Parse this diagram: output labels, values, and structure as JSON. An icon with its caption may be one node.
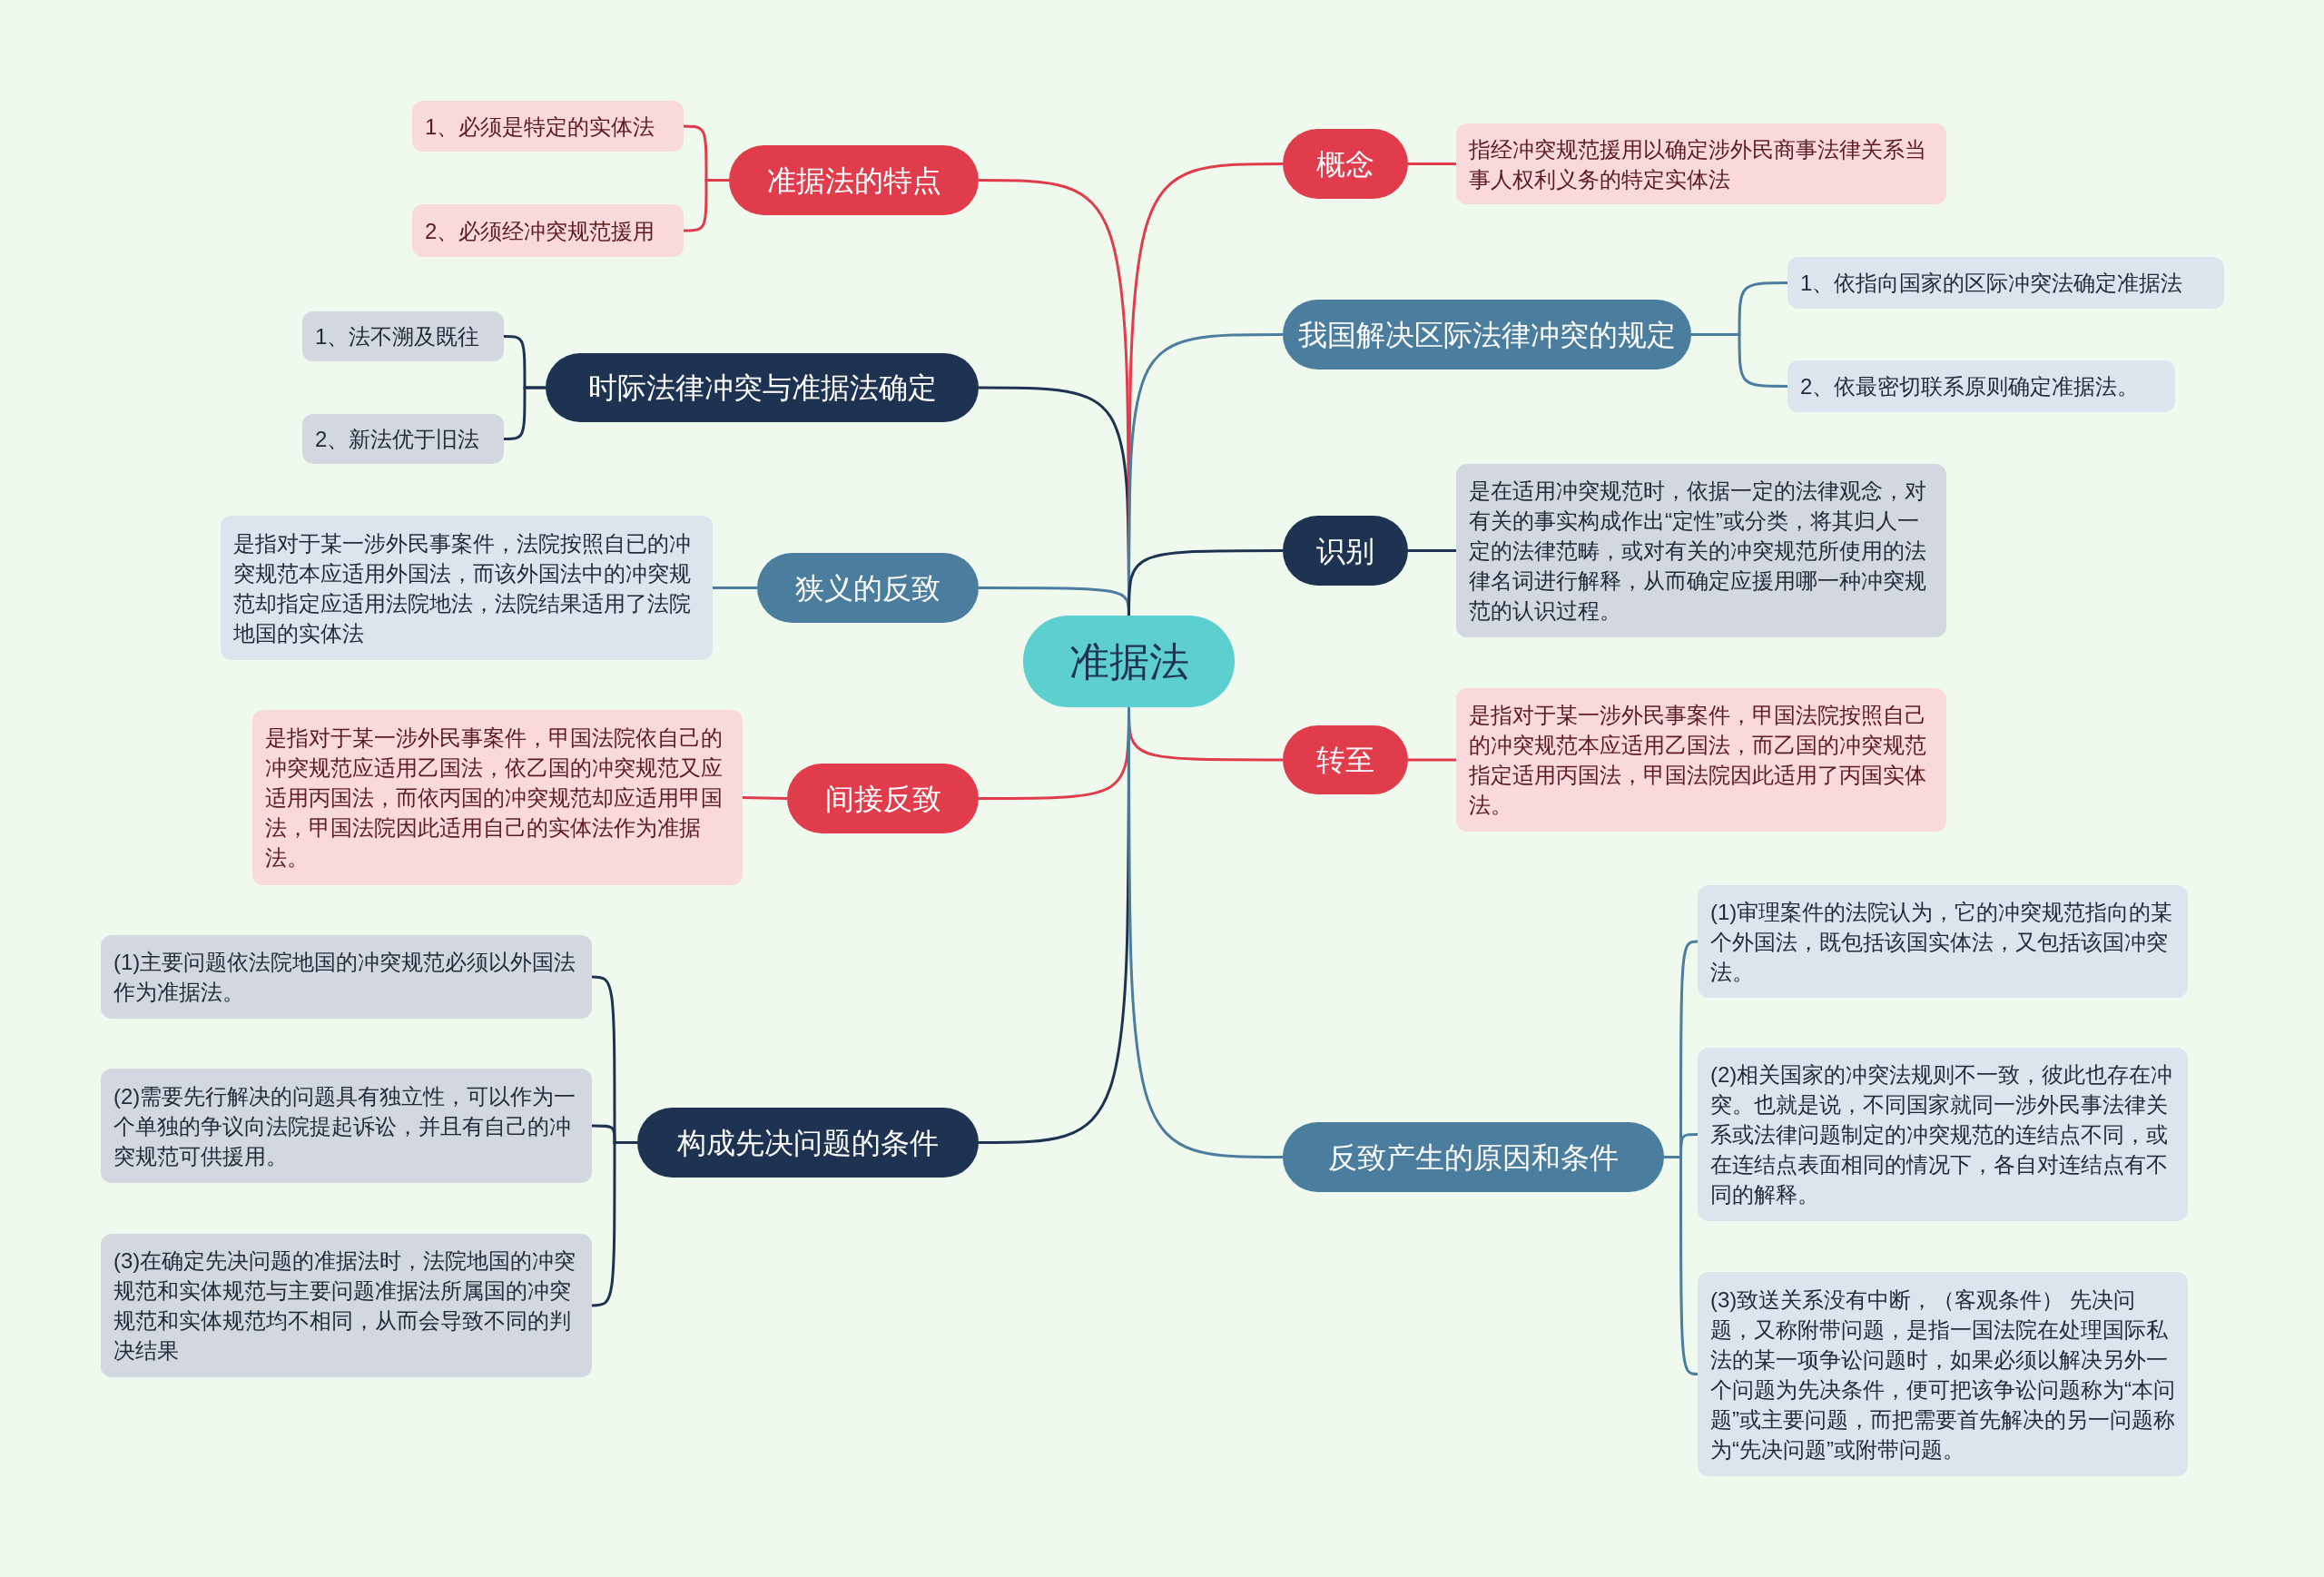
{
  "diagram": {
    "nodes": [
      {
        "text": [
          "准据法"
        ]
      },
      {
        "text": [
          "准据法的特点"
        ]
      },
      {
        "text": [
          "1、必须是特定的实体法"
        ]
      },
      {
        "text": [
          "2、必须经冲突规范援用"
        ]
      },
      {
        "text": [
          "时际法律冲突与准据法确定"
        ]
      },
      {
        "text": [
          "1、法不溯及既往"
        ]
      },
      {
        "text": [
          "2、新法优于旧法"
        ]
      },
      {
        "text": [
          "狭义的反致"
        ]
      },
      {
        "text": [
          "是指对于某一涉外民事案件，法院按照自已的冲突规范本应适用外国法，而该外国法中的冲突规范却指定应适用法院地法，法院结果适用了法院地国的实体法"
        ]
      },
      {
        "text": [
          "间接反致"
        ]
      },
      {
        "text": [
          "是指对于某一涉外民事案件，甲国法院依自己的冲突规范应适用乙国法，依乙国的冲突规范又应适用丙国法，而依丙国的冲突规范却应适用甲国法，甲国法院因此适用自己的实体法作为准据法。"
        ]
      },
      {
        "text": [
          "构成先决问题的条件"
        ]
      },
      {
        "text": [
          "(1)主要问题依法院地国的冲突规范必须以外国法作为准据法。"
        ]
      },
      {
        "text": [
          "(2)需要先行解决的问题具有独立性，可以作为一个单独的争议向法院提起诉讼，并且有自己的冲突规范可供援用。"
        ]
      },
      {
        "text": [
          "(3)在确定先决问题的准据法时，法院地国的冲突规范和实体规范与主要问题准据法所属国的冲突规范和实体规范均不相同，从而会导致不同的判决结果"
        ]
      },
      {
        "text": [
          "概念"
        ]
      },
      {
        "text": [
          "指经冲突规范援用以确定涉外民商事法律关系当事人权利义务的特定实体法"
        ]
      },
      {
        "text": [
          "我国解决区际法律冲突的规定"
        ]
      },
      {
        "text": [
          "1、依指向国家的区际冲突法确定准据法"
        ]
      },
      {
        "text": [
          "2、依最密切联系原则确定准据法。"
        ]
      },
      {
        "text": [
          "识别"
        ]
      },
      {
        "text": [
          "是在适用冲突规范时，依据一定的法律观念，对有关的事实构成作出“定性”或分类，将其归人一定的法律范畴，或对有关的冲突规范所使用的法律名词进行解释，从而确定应援用哪一种冲突规范的认识过程。"
        ]
      },
      {
        "text": [
          "转至"
        ]
      },
      {
        "text": [
          "是指对于某一涉外民事案件，甲国法院按照自己的冲突规范本应适用乙国法，而乙国的冲突规范指定适用丙国法，甲国法院因此适用了丙国实体法。"
        ]
      },
      {
        "text": [
          "反致产生的原因和条件"
        ]
      },
      {
        "text": [
          "(1)审理案件的法院认为，它的冲突规范指向的某个外国法，既包括该国实体法，又包括该国冲突法。"
        ]
      },
      {
        "text": [
          "(2)相关国家的冲突法规则不一致，彼此也存在冲突。也就是说，不同国家就同一涉外民事法律关系或法律问题制定的冲突规范的连结点不同，或在连结点表面相同的情况下，各自对连结点有不同的解释。"
        ]
      },
      {
        "text": [
          "(3)致送关系没有中断，（客观条件） 先决问题，又称附带问题，是指一国法院在处理国际私法的某一项争讼问题时，如果必须以解决另外一个问题为先决条件，便可把该争讼问题称为“本问题”或主要问题，而把需要首先解决的另一问题称为“先决问题”或附带问题。"
        ]
      }
    ],
    "edges": [
      {
        "from": 0,
        "to": 1,
        "arrow": "none",
        "color": "#e03c4b"
      },
      {
        "from": 1,
        "to": 2,
        "arrow": "none",
        "color": "#e03c4b"
      },
      {
        "from": 1,
        "to": 3,
        "arrow": "none",
        "color": "#e03c4b"
      },
      {
        "from": 0,
        "to": 4,
        "arrow": "none",
        "color": "#1e3352"
      },
      {
        "from": 4,
        "to": 5,
        "arrow": "none",
        "color": "#1e3352"
      },
      {
        "from": 4,
        "to": 6,
        "arrow": "none",
        "color": "#1e3352"
      },
      {
        "from": 0,
        "to": 7,
        "arrow": "none",
        "color": "#4a7d9e"
      },
      {
        "from": 7,
        "to": 8,
        "arrow": "none",
        "color": "#4a7d9e"
      },
      {
        "from": 0,
        "to": 9,
        "arrow": "none",
        "color": "#e03c4b"
      },
      {
        "from": 9,
        "to": 10,
        "arrow": "none",
        "color": "#e03c4b"
      },
      {
        "from": 0,
        "to": 11,
        "arrow": "none",
        "color": "#1e3352"
      },
      {
        "from": 11,
        "to": 12,
        "arrow": "none",
        "color": "#1e3352"
      },
      {
        "from": 11,
        "to": 13,
        "arrow": "none",
        "color": "#1e3352"
      },
      {
        "from": 11,
        "to": 14,
        "arrow": "none",
        "color": "#1e3352"
      },
      {
        "from": 0,
        "to": 15,
        "arrow": "none",
        "color": "#e03c4b"
      },
      {
        "from": 15,
        "to": 16,
        "arrow": "none",
        "color": "#e03c4b"
      },
      {
        "from": 0,
        "to": 17,
        "arrow": "none",
        "color": "#4a7d9e"
      },
      {
        "from": 17,
        "to": 18,
        "arrow": "none",
        "color": "#4a7d9e"
      },
      {
        "from": 17,
        "to": 19,
        "arrow": "none",
        "color": "#4a7d9e"
      },
      {
        "from": 0,
        "to": 20,
        "arrow": "none",
        "color": "#1e3352"
      },
      {
        "from": 20,
        "to": 21,
        "arrow": "none",
        "color": "#1e3352"
      },
      {
        "from": 0,
        "to": 22,
        "arrow": "none",
        "color": "#e03c4b"
      },
      {
        "from": 22,
        "to": 23,
        "arrow": "none",
        "color": "#e03c4b"
      },
      {
        "from": 0,
        "to": 24,
        "arrow": "none",
        "color": "#4a7d9e"
      },
      {
        "from": 24,
        "to": 25,
        "arrow": "none",
        "color": "#4a7d9e"
      },
      {
        "from": 24,
        "to": 26,
        "arrow": "none",
        "color": "#4a7d9e"
      },
      {
        "from": 24,
        "to": 27,
        "arrow": "none",
        "color": "#4a7d9e"
      }
    ]
  }
}
